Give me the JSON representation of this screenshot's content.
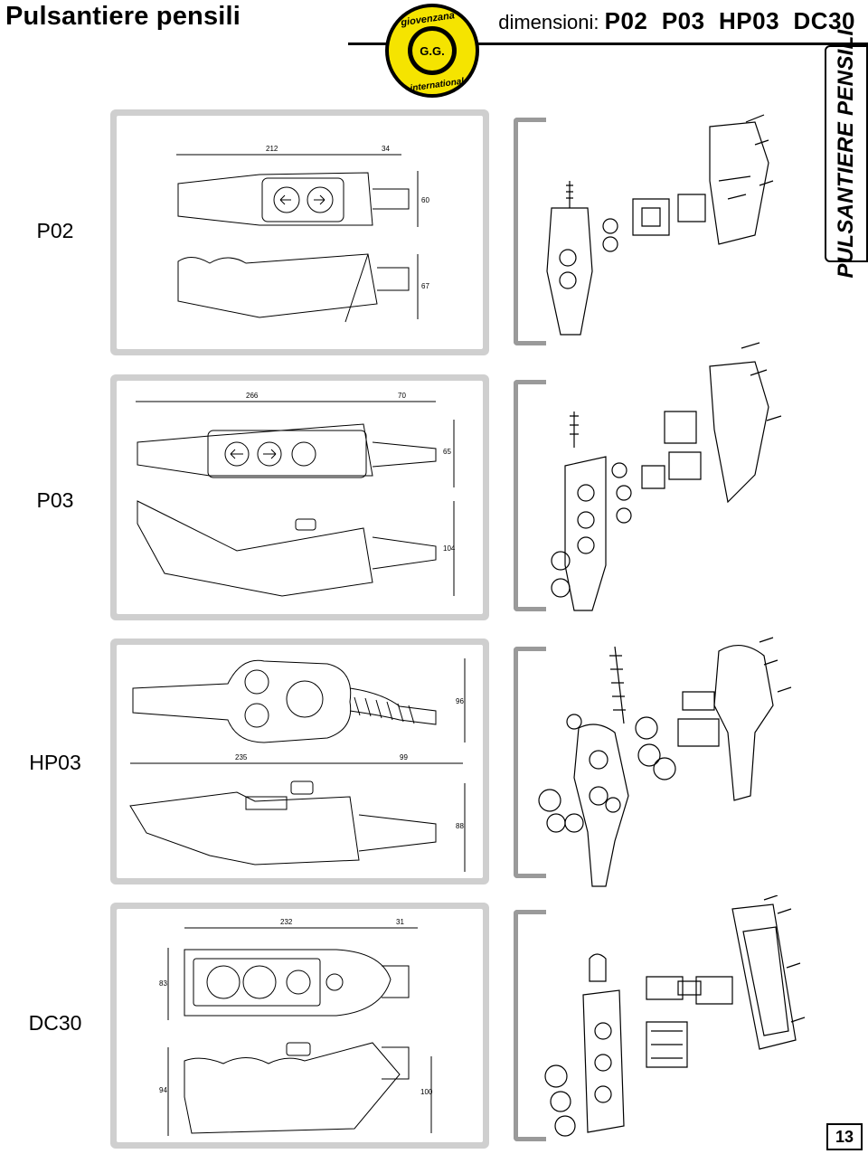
{
  "header": {
    "title": "Pulsantiere pensili",
    "dims_label": "dimensioni:",
    "models": "P02  P03  HP03  DC30"
  },
  "logo": {
    "top_text": "giovenzana",
    "center_text": "G.G.",
    "bottom_text": "international",
    "accent": "#f5e400"
  },
  "side_tab": "PULSANTIERE PENSILI",
  "rows": [
    {
      "label": "P02",
      "dims": [
        "212",
        "34",
        "60",
        "67"
      ]
    },
    {
      "label": "P03",
      "dims": [
        "266",
        "70",
        "65",
        "104"
      ]
    },
    {
      "label": "HP03",
      "dims": [
        "96",
        "235",
        "99",
        "88"
      ]
    },
    {
      "label": "DC30",
      "dims": [
        "232",
        "31",
        "83",
        "94",
        "100"
      ]
    }
  ],
  "page_number": "13"
}
